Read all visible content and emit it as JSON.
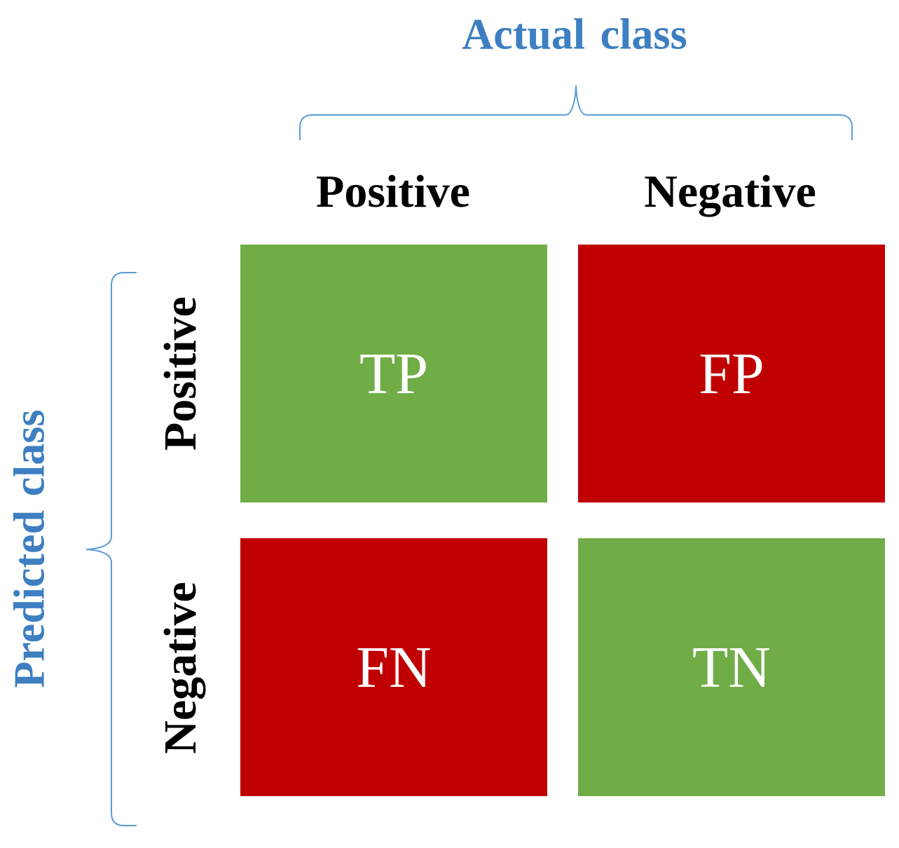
{
  "diagram": {
    "actual_title": "Actual class",
    "predicted_title": "Predicted class",
    "columns": [
      "Positive",
      "Negative"
    ],
    "rows": [
      "Positive",
      "Negative"
    ],
    "cells": [
      {
        "label": "TP",
        "color": "#70ad47"
      },
      {
        "label": "FP",
        "color": "#c00000"
      },
      {
        "label": "FN",
        "color": "#c00000"
      },
      {
        "label": "TN",
        "color": "#70ad47"
      }
    ],
    "title_color": "#3d7fc1",
    "brace_color": "#5b9bd5"
  }
}
